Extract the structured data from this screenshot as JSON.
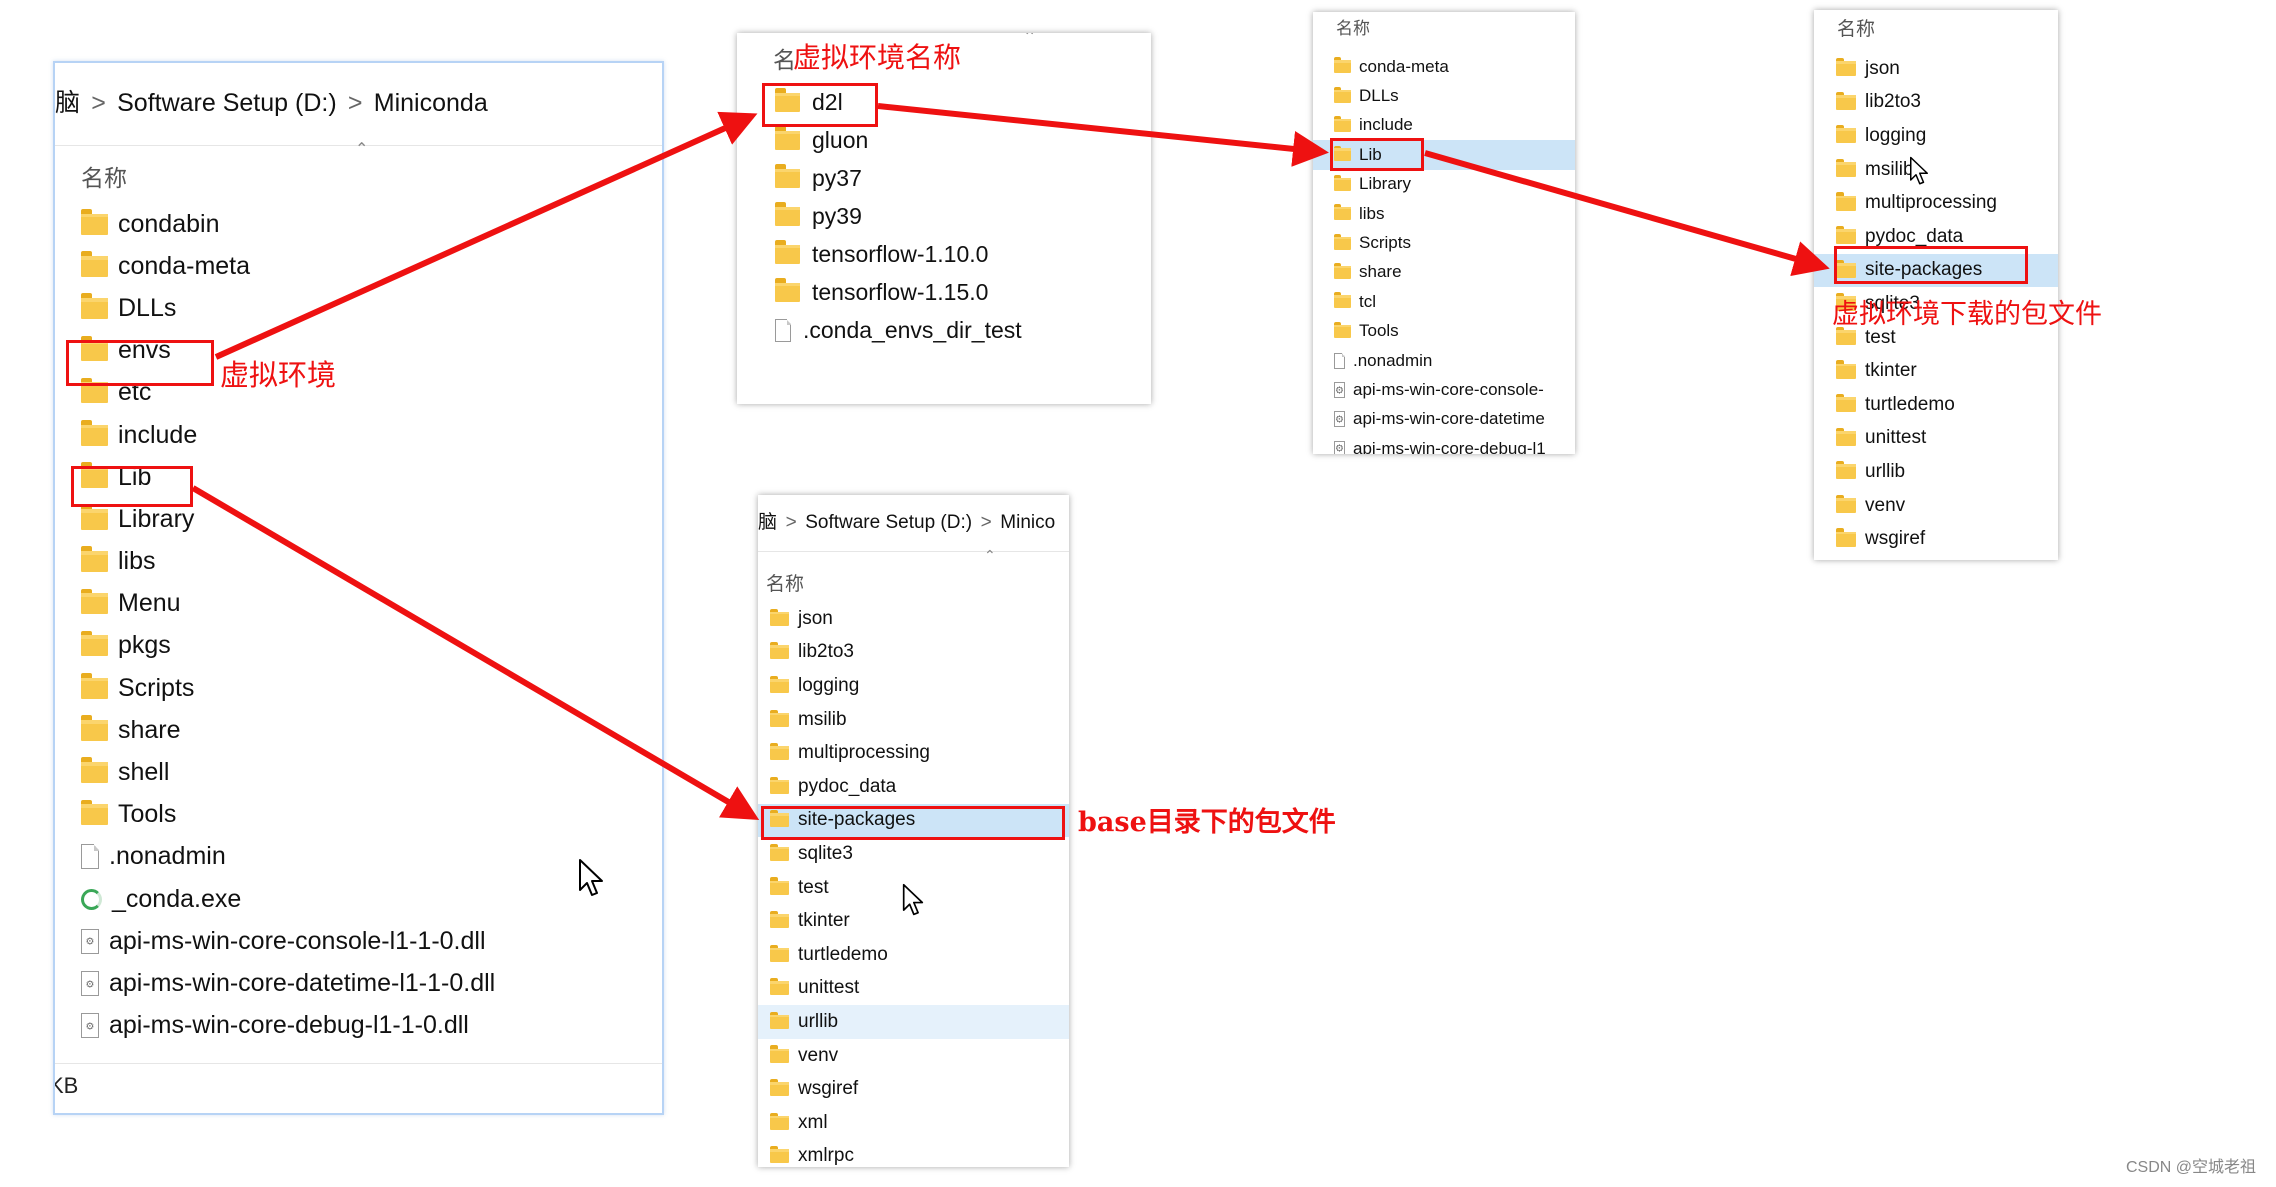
{
  "panel1": {
    "breadcrumb": [
      "脑",
      "Software Setup (D:)",
      "Miniconda"
    ],
    "column_header": "名称",
    "items": [
      {
        "name": "condabin",
        "icon": "folder-icon"
      },
      {
        "name": "conda-meta",
        "icon": "folder-icon"
      },
      {
        "name": "DLLs",
        "icon": "folder-icon"
      },
      {
        "name": "envs",
        "icon": "folder-icon"
      },
      {
        "name": "etc",
        "icon": "folder-icon"
      },
      {
        "name": "include",
        "icon": "folder-icon"
      },
      {
        "name": "Lib",
        "icon": "folder-icon"
      },
      {
        "name": "Library",
        "icon": "folder-icon"
      },
      {
        "name": "libs",
        "icon": "folder-icon"
      },
      {
        "name": "Menu",
        "icon": "folder-icon"
      },
      {
        "name": "pkgs",
        "icon": "folder-icon"
      },
      {
        "name": "Scripts",
        "icon": "folder-icon"
      },
      {
        "name": "share",
        "icon": "folder-icon"
      },
      {
        "name": "shell",
        "icon": "folder-icon"
      },
      {
        "name": "Tools",
        "icon": "folder-icon"
      },
      {
        "name": ".nonadmin",
        "icon": "file-icon"
      },
      {
        "name": "_conda.exe",
        "icon": "exe-icon"
      },
      {
        "name": "api-ms-win-core-console-l1-1-0.dll",
        "icon": "dll-icon"
      },
      {
        "name": "api-ms-win-core-datetime-l1-1-0.dll",
        "icon": "dll-icon"
      },
      {
        "name": "api-ms-win-core-debug-l1-1-0.dll",
        "icon": "dll-icon"
      }
    ],
    "status_text": "KB"
  },
  "panel2": {
    "column_header": "名",
    "items": [
      {
        "name": "d2l",
        "icon": "folder-icon"
      },
      {
        "name": "gluon",
        "icon": "folder-icon"
      },
      {
        "name": "py37",
        "icon": "folder-icon"
      },
      {
        "name": "py39",
        "icon": "folder-icon"
      },
      {
        "name": "tensorflow-1.10.0",
        "icon": "folder-icon"
      },
      {
        "name": "tensorflow-1.15.0",
        "icon": "folder-icon"
      },
      {
        "name": ".conda_envs_dir_test",
        "icon": "file-icon"
      }
    ]
  },
  "panel3": {
    "column_header": "名称",
    "items": [
      {
        "name": "conda-meta",
        "icon": "folder-icon"
      },
      {
        "name": "DLLs",
        "icon": "folder-icon"
      },
      {
        "name": "include",
        "icon": "folder-icon"
      },
      {
        "name": "Lib",
        "icon": "folder-icon"
      },
      {
        "name": "Library",
        "icon": "folder-icon"
      },
      {
        "name": "libs",
        "icon": "folder-icon"
      },
      {
        "name": "Scripts",
        "icon": "folder-icon"
      },
      {
        "name": "share",
        "icon": "folder-icon"
      },
      {
        "name": "tcl",
        "icon": "folder-icon"
      },
      {
        "name": "Tools",
        "icon": "folder-icon"
      },
      {
        "name": ".nonadmin",
        "icon": "file-icon"
      },
      {
        "name": "api-ms-win-core-console-",
        "icon": "dll-icon"
      },
      {
        "name": "api-ms-win-core-datetime",
        "icon": "dll-icon"
      },
      {
        "name": "api-ms-win-core-debug-l1",
        "icon": "dll-icon"
      }
    ]
  },
  "panel4": {
    "column_header": "名称",
    "items": [
      {
        "name": "json",
        "icon": "folder-icon"
      },
      {
        "name": "lib2to3",
        "icon": "folder-icon"
      },
      {
        "name": "logging",
        "icon": "folder-icon"
      },
      {
        "name": "msilib",
        "icon": "folder-icon"
      },
      {
        "name": "multiprocessing",
        "icon": "folder-icon"
      },
      {
        "name": "pydoc_data",
        "icon": "folder-icon"
      },
      {
        "name": "site-packages",
        "icon": "folder-icon"
      },
      {
        "name": "sqlite3",
        "icon": "folder-icon"
      },
      {
        "name": "test",
        "icon": "folder-icon"
      },
      {
        "name": "tkinter",
        "icon": "folder-icon"
      },
      {
        "name": "turtledemo",
        "icon": "folder-icon"
      },
      {
        "name": "unittest",
        "icon": "folder-icon"
      },
      {
        "name": "urllib",
        "icon": "folder-icon"
      },
      {
        "name": "venv",
        "icon": "folder-icon"
      },
      {
        "name": "wsgiref",
        "icon": "folder-icon"
      }
    ]
  },
  "panel5": {
    "breadcrumb": [
      "脑",
      "Software Setup (D:)",
      "Minico"
    ],
    "column_header": "名称",
    "items": [
      {
        "name": "json",
        "icon": "folder-icon"
      },
      {
        "name": "lib2to3",
        "icon": "folder-icon"
      },
      {
        "name": "logging",
        "icon": "folder-icon"
      },
      {
        "name": "msilib",
        "icon": "folder-icon"
      },
      {
        "name": "multiprocessing",
        "icon": "folder-icon"
      },
      {
        "name": "pydoc_data",
        "icon": "folder-icon"
      },
      {
        "name": "site-packages",
        "icon": "folder-icon"
      },
      {
        "name": "sqlite3",
        "icon": "folder-icon"
      },
      {
        "name": "test",
        "icon": "folder-icon"
      },
      {
        "name": "tkinter",
        "icon": "folder-icon"
      },
      {
        "name": "turtledemo",
        "icon": "folder-icon"
      },
      {
        "name": "unittest",
        "icon": "folder-icon"
      },
      {
        "name": "urllib",
        "icon": "folder-icon"
      },
      {
        "name": "venv",
        "icon": "folder-icon"
      },
      {
        "name": "wsgiref",
        "icon": "folder-icon"
      },
      {
        "name": "xml",
        "icon": "folder-icon"
      },
      {
        "name": "xmlrpc",
        "icon": "folder-icon"
      }
    ]
  },
  "annotations": {
    "envs_label": "虚拟环境",
    "envname_label": "虚拟环境名称",
    "base_packages_label": "base目录下的包文件",
    "env_packages_label": "虚拟环境下载的包文件"
  },
  "colors": {
    "annotation_red": "#ee1111",
    "selection_blue": "#cce4f7",
    "hover_blue": "#e5f1fb",
    "folder_yellow": "#f8c84a"
  },
  "watermark": "CSDN @空城老祖"
}
